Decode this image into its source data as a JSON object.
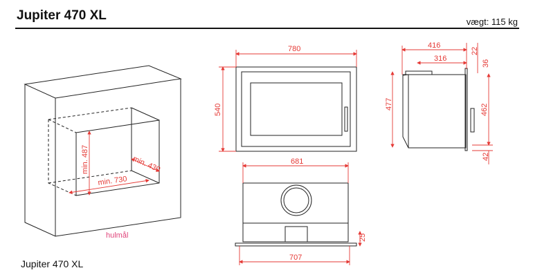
{
  "header": {
    "title": "Jupiter 470 XL",
    "weight": "vægt: 115 kg"
  },
  "caption": "Jupiter 470 XL",
  "niche": {
    "height": "min. 487",
    "width": "min. 730",
    "depth": "min. 430",
    "label": "hulmål"
  },
  "front": {
    "width": "780",
    "height": "540"
  },
  "side": {
    "depth_total": "416",
    "depth_inner": "316",
    "height_total": "477",
    "height_inner": "462",
    "top_offset": "22",
    "top_gap": "36",
    "bottom": "42"
  },
  "bottom_view": {
    "width_top": "681",
    "width_base": "707",
    "base_height": "25"
  }
}
